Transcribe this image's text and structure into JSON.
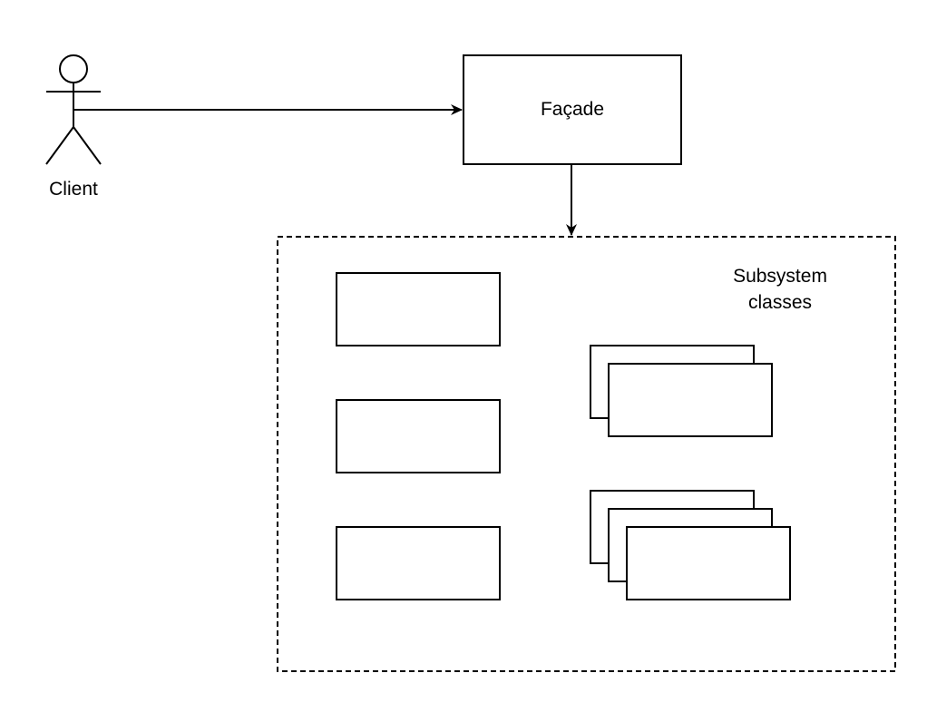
{
  "actor": {
    "label": "Client"
  },
  "facade": {
    "label": "Façade"
  },
  "subsystem": {
    "label": "Subsystem\nclasses"
  },
  "colors": {
    "stroke": "#000000",
    "fill": "#ffffff"
  }
}
